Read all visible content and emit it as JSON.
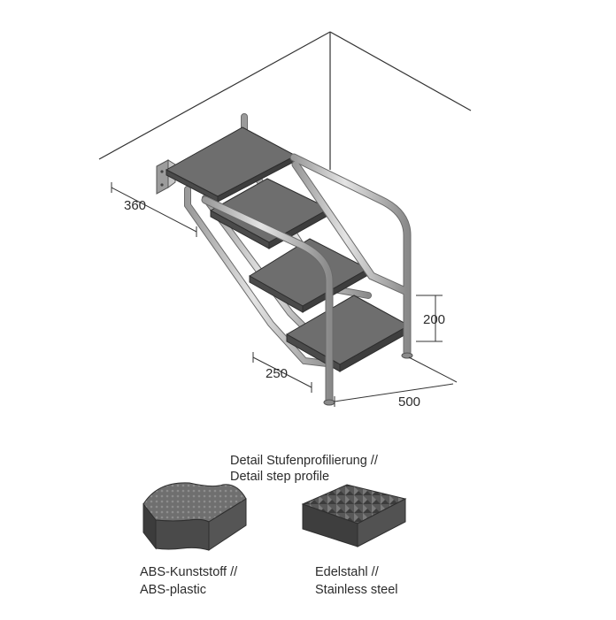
{
  "dimensions": {
    "tread_width": "360",
    "riser_height": "200",
    "tread_depth": "250",
    "overall_depth": "500"
  },
  "detail": {
    "heading_line1": "Detail Stufenprofilierung //",
    "heading_line2": "Detail step profile"
  },
  "materials": [
    {
      "line1": "ABS-Kunststoff //",
      "line2": "ABS-plastic"
    },
    {
      "line1": "Edelstahl //",
      "line2": "Stainless steel"
    }
  ],
  "colors": {
    "tread_top": "#6e6e6e",
    "tread_side": "#4a4a4a",
    "tube": "#d2d2d2",
    "tube_outline": "#6a6a6a",
    "line": "#333333"
  }
}
